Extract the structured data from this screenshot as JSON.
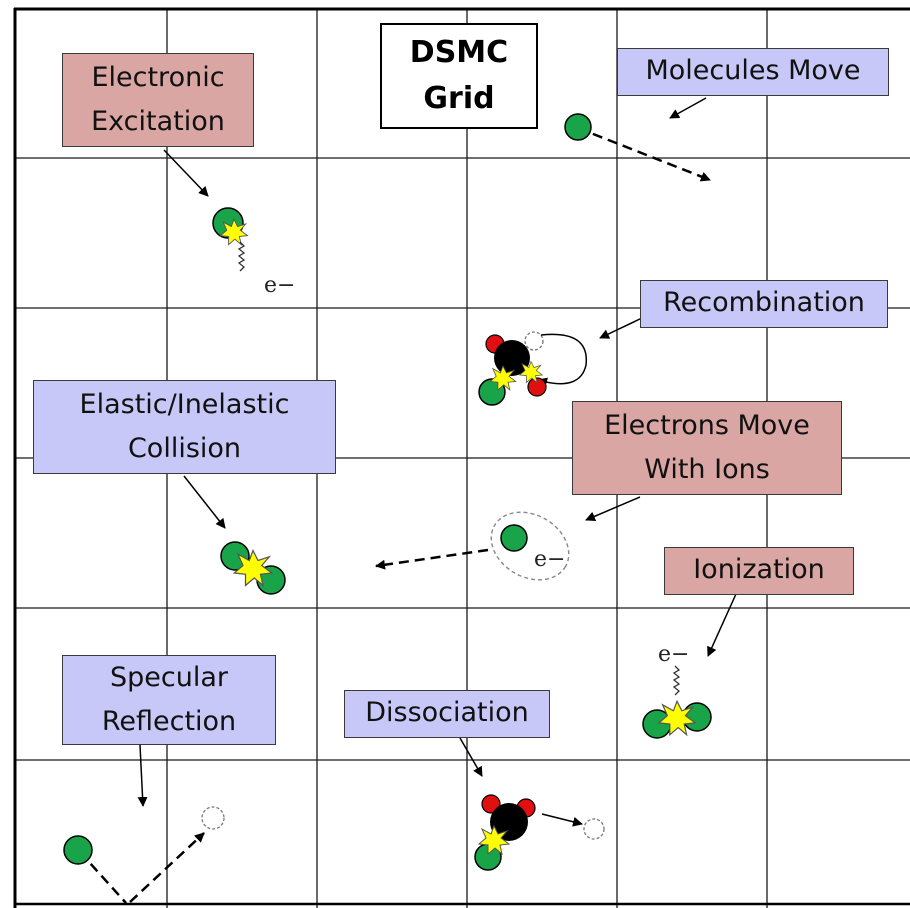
{
  "diagram": {
    "title_lines": [
      "DSMC",
      "Grid"
    ],
    "labels": {
      "electronic_excitation": [
        "Electronic",
        "Excitation"
      ],
      "molecules_move": [
        "Molecules Move"
      ],
      "recombination": [
        "Recombination"
      ],
      "elastic_inelastic_collision": [
        "Elastic/Inelastic",
        "Collision"
      ],
      "electrons_move_with_ions": [
        "Electrons Move",
        "With Ions"
      ],
      "ionization": [
        "Ionization"
      ],
      "specular_reflection": [
        "Specular",
        "Reflection"
      ],
      "dissociation": [
        "Dissociation"
      ]
    },
    "electron_symbol": "e−",
    "colors": {
      "grid": "#1a1a1a",
      "process_red": "#d9a6a4",
      "process_blue": "#c8c8f8",
      "particle_green": "#1aa44a",
      "particle_black": "#000000",
      "particle_red": "#e01010",
      "collision_star": "#ffff00"
    }
  }
}
